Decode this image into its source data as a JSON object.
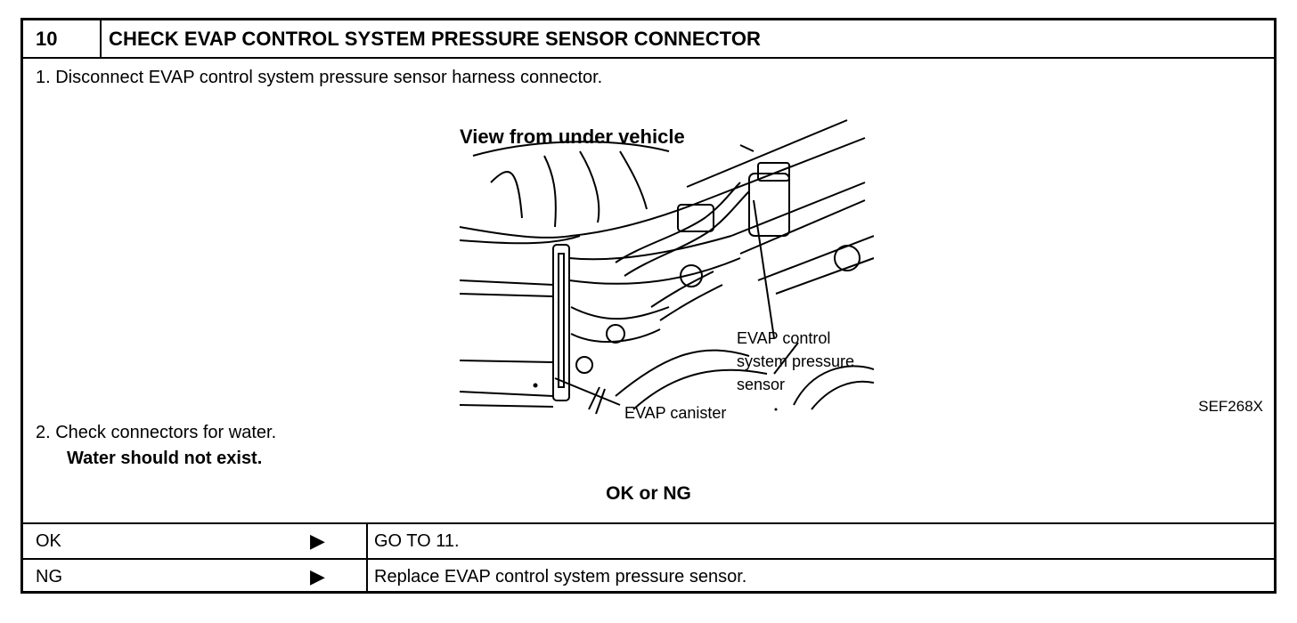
{
  "step": {
    "number": "10",
    "title": "CHECK EVAP CONTROL SYSTEM PRESSURE SENSOR CONNECTOR"
  },
  "instructions": {
    "item1": "1.  Disconnect EVAP control system pressure sensor harness connector.",
    "item2": "2.  Check connectors for water.",
    "item2_note": "Water should not exist."
  },
  "figure": {
    "title": "View from under vehicle",
    "label_sensor_1": "EVAP control",
    "label_sensor_2": "system pressure",
    "label_sensor_3": "sensor",
    "label_canister": "EVAP canister",
    "code": "SEF268X"
  },
  "decision": {
    "prompt": "OK or NG",
    "rows": [
      {
        "result": "OK",
        "arrow": "▶",
        "action": "GO TO 11."
      },
      {
        "result": "NG",
        "arrow": "▶",
        "action": "Replace EVAP control system pressure sensor."
      }
    ]
  }
}
